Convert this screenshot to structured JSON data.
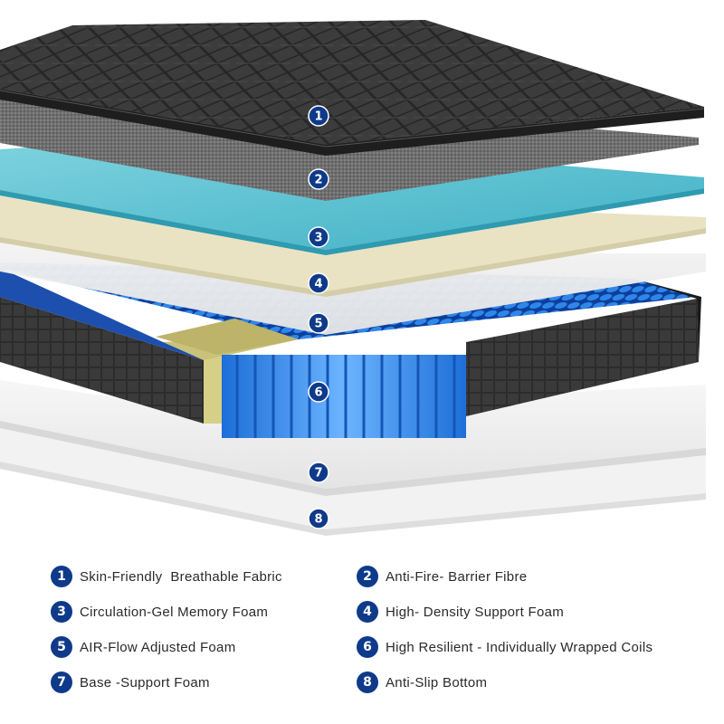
{
  "colors": {
    "badge": "#0f3a8a",
    "fabric_top": "#3a3a3a",
    "fibre": "#6b6b6b",
    "gel_foam": "#5cc3d3",
    "support_foam": "#e8e2c2",
    "white_foam": "#f0f0f0",
    "coil_blue": "#2a7de0",
    "side_fabric": "#2b2b2b",
    "legend_text": "#2a2a2a"
  },
  "layers": [
    {
      "number": "1",
      "label": "Skin-Friendly  Breathable Fabric"
    },
    {
      "number": "2",
      "label": "Anti-Fire- Barrier Fibre"
    },
    {
      "number": "3",
      "label": "Circulation-Gel Memory Foam"
    },
    {
      "number": "4",
      "label": "High- Density Support Foam"
    },
    {
      "number": "5",
      "label": "AIR-Flow Adjusted Foam"
    },
    {
      "number": "6",
      "label": "High Resilient - Individually Wrapped Coils"
    },
    {
      "number": "7",
      "label": "Base -Support Foam"
    },
    {
      "number": "8",
      "label": "Anti-Slip Bottom"
    }
  ]
}
